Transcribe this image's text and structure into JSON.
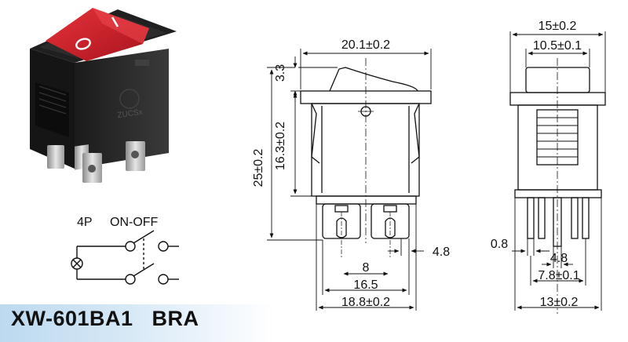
{
  "product": {
    "model": "XW-601BA1",
    "suffix": "BRA",
    "marking_on": "I",
    "marking_off": "O"
  },
  "schematic": {
    "label_poles": "4P",
    "label_mode": "ON-OFF"
  },
  "front_view": {
    "dims": {
      "width": "20.1±0.2",
      "rocker_height": "3.3",
      "body_height": "16.3±0.2",
      "total_height": "25±0.2",
      "terminal_width": "4.8",
      "terminal_pitch": "8",
      "terminal_span": "16.5",
      "base_width": "18.8±0.2"
    }
  },
  "side_view": {
    "dims": {
      "frame_width": "15±0.2",
      "rocker_width": "10.5±0.1",
      "terminal_thickness": "0.8",
      "terminal_width": "4.8",
      "terminal_spacing": "7.8±0.1",
      "base_width": "13±0.2"
    }
  },
  "colors": {
    "rocker_red": "#d0202a",
    "housing": "#2a2a2a",
    "line": "#111111",
    "model_bar": "#bcd9ef"
  }
}
